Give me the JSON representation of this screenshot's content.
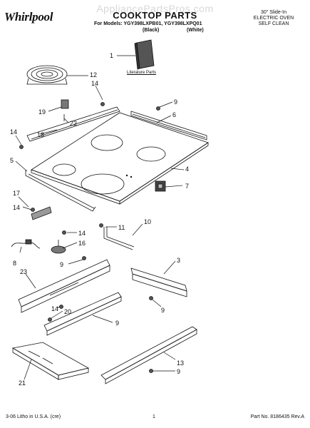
{
  "watermark": "AppliancePartsPros.com",
  "brand": "Whirlpool",
  "title": "COOKTOP PARTS",
  "models_line": "For Models: YGY398LXPB01, YGY398LXPQ01",
  "model_black": "(Black)",
  "model_white": "(White)",
  "header_right": [
    "30\" Slide-In",
    "ELECTRIC OVEN",
    "SELF CLEAN"
  ],
  "literature_label": "Literature Parts",
  "callouts": [
    "1",
    "12",
    "14",
    "9",
    "6",
    "19",
    "22",
    "14",
    "18",
    "5",
    "4",
    "7",
    "17",
    "14",
    "10",
    "11",
    "14",
    "16",
    "8",
    "9",
    "3",
    "23",
    "9",
    "14",
    "20",
    "9",
    "13",
    "9",
    "21"
  ],
  "footer": {
    "left": "3-06 Litho in U.S.A. (cre)",
    "page": "1",
    "part_no": "Part No. 8186435 Rev.A"
  }
}
